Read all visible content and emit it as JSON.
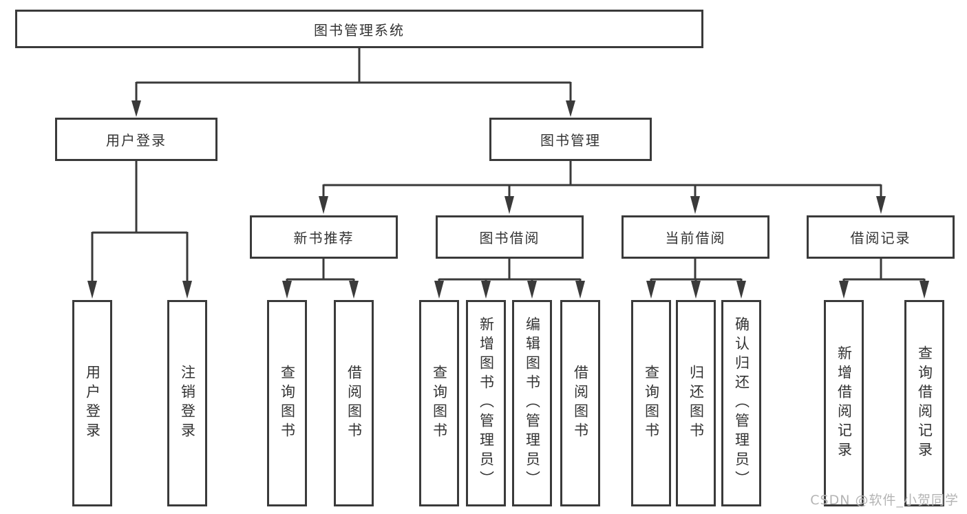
{
  "diagram_title": "图书管理系统",
  "watermark": "CSDN @软件_小贺同学",
  "colors": {
    "line": "#3a3a3a",
    "text": "#333333",
    "background": "#ffffff",
    "watermark": "#b4b4b4"
  },
  "tree": {
    "label": "图书管理系统",
    "children": [
      {
        "label": "用户登录",
        "children": [
          {
            "label": "用户登录"
          },
          {
            "label": "注销登录"
          }
        ]
      },
      {
        "label": "图书管理",
        "children": [
          {
            "label": "新书推荐",
            "children": [
              {
                "label": "查询图书"
              },
              {
                "label": "借阅图书"
              }
            ]
          },
          {
            "label": "图书借阅",
            "children": [
              {
                "label": "查询图书"
              },
              {
                "label": "新增图书（管理员）"
              },
              {
                "label": "编辑图书（管理员）"
              },
              {
                "label": "借阅图书"
              }
            ]
          },
          {
            "label": "当前借阅",
            "children": [
              {
                "label": "查询图书"
              },
              {
                "label": "归还图书"
              },
              {
                "label": "确认归还（管理员）"
              }
            ]
          },
          {
            "label": "借阅记录",
            "children": [
              {
                "label": "新增借阅记录"
              },
              {
                "label": "查询借阅记录"
              }
            ]
          }
        ]
      }
    ]
  }
}
